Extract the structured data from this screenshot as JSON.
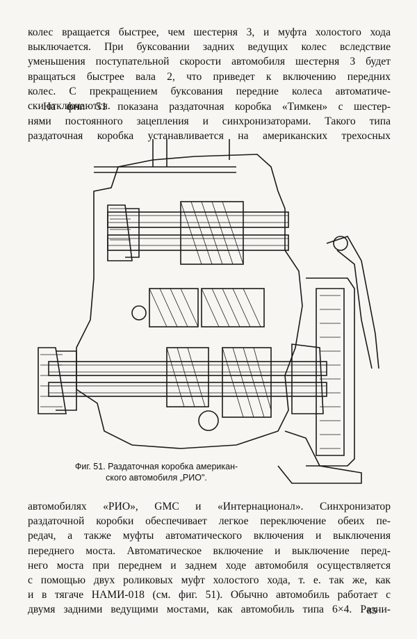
{
  "paragraphs": {
    "p1": [
      "колес вращается быстрее, чем шестерня 3, и муфта холостого хода",
      "выключается. При буксовании задних ведущих колес вследствие",
      "уменьшения поступательной скорости автомобиля шестерня 3 будет",
      "вращаться быстрее вала 2, что приведет к включению передних",
      "колес. С прекращением буксования передние колеса автоматиче-",
      "ски отключаются."
    ],
    "p2": [
      "На фиг. 51 показана раздаточная коробка «Тимкен» с шестер-",
      "нями постоянного зацепления и синхронизаторами. Такого типа",
      "раздаточная коробка устанавливается на американских трехосных"
    ],
    "p3": [
      "автомобилях «РИО», GMC и «Интернационал». Синхронизатор",
      "раздаточной коробки обеспечивает легкое переключение обеих пе-",
      "редач, а также муфты автоматического включения и выключения",
      "переднего моста. Автоматическое включение и выключение перед-",
      "него моста при переднем и заднем ходе автомобиля осуществляется",
      "с помощью двух роликовых муфт холостого хода, т. е. так же, как",
      "и в тягаче НАМИ-018 (см. фиг. 51). Обычно автомобиль работает с",
      "двумя задними ведущими мостами, как автомобиль типа 6×4. Разни-"
    ]
  },
  "figure": {
    "caption_lines": [
      "Фиг. 51. Раздаточная коробка американ-",
      "ского автомобиля „РИО\"."
    ]
  },
  "page_number": "85"
}
